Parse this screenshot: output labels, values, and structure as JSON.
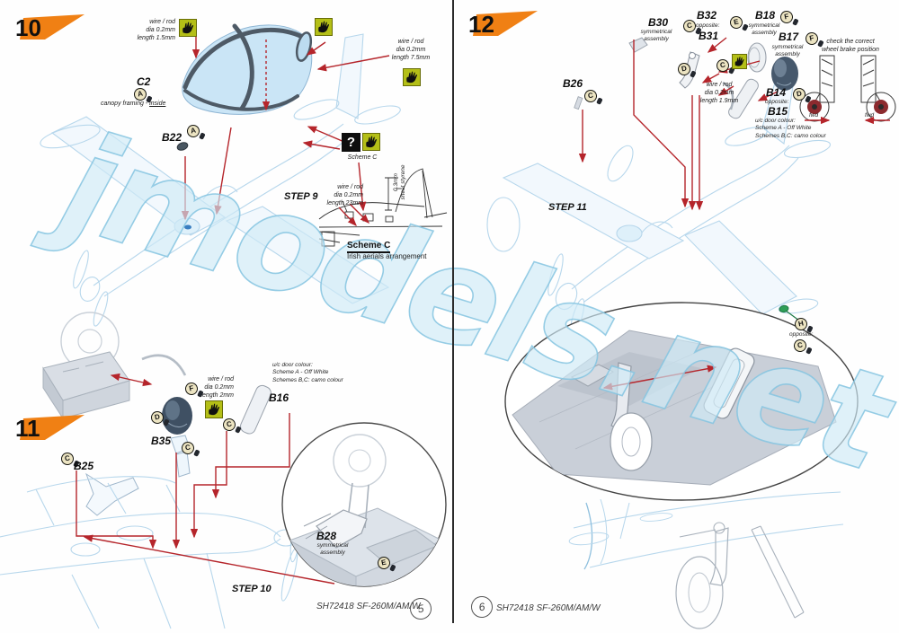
{
  "watermark": "jmodels.net",
  "banners": {
    "step10": "10",
    "step11": "11",
    "step12": "12"
  },
  "icons": {
    "question": "?"
  },
  "footers": {
    "left": {
      "code": "SH72418 SF-260M/AM/W",
      "page": "5"
    },
    "right": {
      "code": "SH72418 SF-260M/AM/W",
      "page": "6"
    }
  },
  "left": {
    "wire_canopy": "wire / rod\ndia 0.2mm\nlength 1.5mm",
    "wire_fin": "wire / rod\ndia 0.2mm\nlength 7.5mm",
    "wire_fuselage": "wire / rod\ndia 0.2mm\nlength 23mm",
    "c2": {
      "label": "C2",
      "paint": "A",
      "note_prefix": "canopy framing - ",
      "note_underlined": "inside"
    },
    "b22": {
      "label": "B22",
      "paint": "A"
    },
    "step9": "STEP 9",
    "scheme_c_caption": "Scheme C",
    "styrene": "0.3mm\nsheet styrene",
    "scheme_title": "Scheme C",
    "scheme_sub": "Irish aerials arrangement",
    "wire_leg": "wire / rod\ndia 0.2mm\nlength 2mm",
    "uc_door_note": "u/c door colour:\nScheme A - Off White\nSchemes B,C: camo colour",
    "b16": {
      "label": "B16"
    },
    "b35": {
      "label": "B35",
      "paint1": "F",
      "paint2": "D"
    },
    "b35_extra_paint": "C",
    "b25": {
      "label": "B25",
      "paint": "C"
    },
    "b28": {
      "label": "B28",
      "note": "symmetrical\nassembly",
      "paint": "E"
    },
    "step10_ref": "STEP 10"
  },
  "right": {
    "b26": {
      "label": "B26",
      "paint": "C"
    },
    "b30": {
      "label": "B30",
      "note": "symmetrical\nassembly",
      "paint": "C"
    },
    "b32": {
      "label": "B32",
      "note": "opposite:",
      "label2": "B31",
      "paint": "E"
    },
    "b18": {
      "label": "B18",
      "note": "symmetrical\nassembly",
      "paint": "F"
    },
    "b17": {
      "label": "B17",
      "note": "symmetrical\nassembly",
      "paint": "F",
      "paint2": "D"
    },
    "gear_paint": "D",
    "wire_paint": "C",
    "wire_brake": "wire / rod\ndia 0.2mm\nlength 1.9mm",
    "b14": {
      "label": "B14",
      "note": "opposite:",
      "label2": "B15"
    },
    "uc_door_note": "u/c door colour:\nScheme A - Off White\nSchemes B,C: camo colour",
    "brake_note": "check the correct\nwheel brake position",
    "fwd_left": "fwd",
    "fwd_right": "fwd",
    "step11": "STEP 11",
    "tip": {
      "paint1": "H",
      "note": "opposite:",
      "paint2": "C"
    }
  }
}
